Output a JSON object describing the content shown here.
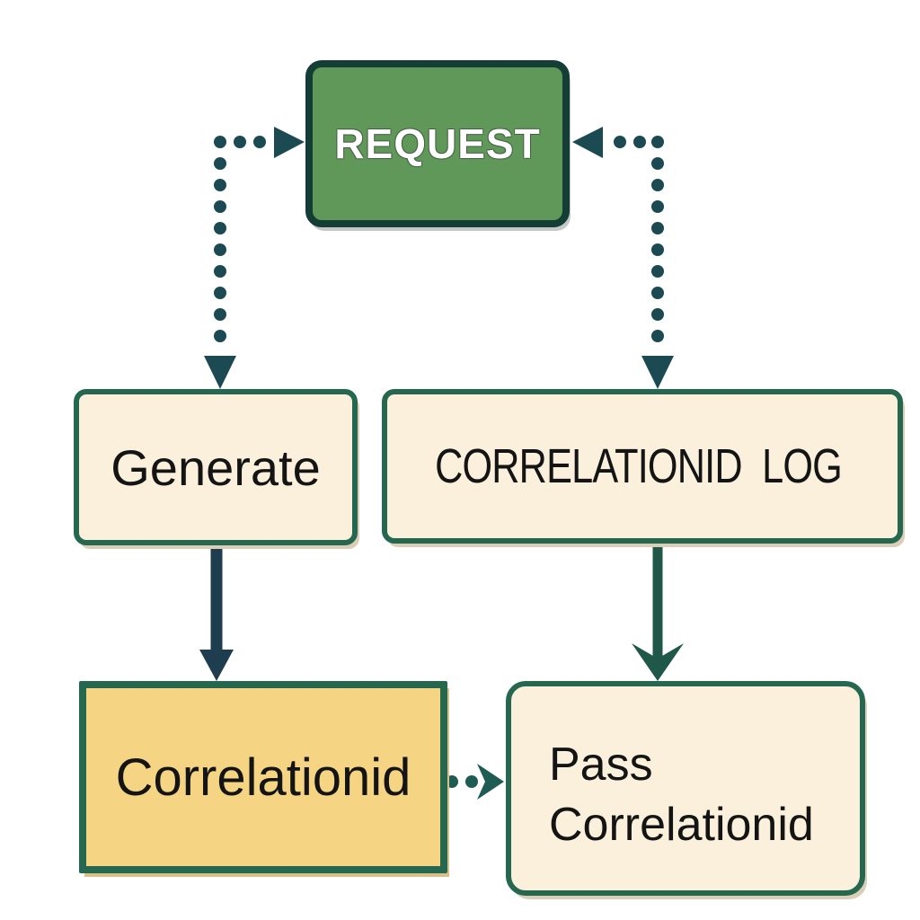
{
  "diagram": {
    "background": "#ffffff",
    "nodes": {
      "request": {
        "label": "REQUEST",
        "fill": "#5f9859",
        "border": "#133d35",
        "text_color": "#ffffff"
      },
      "generate": {
        "label": "Generate",
        "fill": "#faf0dc",
        "border": "#26684f",
        "text_color": "#141414"
      },
      "correlationid_log": {
        "label": "CORRELATIONID  LOG",
        "fill": "#faf0dc",
        "border": "#26684f",
        "text_color": "#141414"
      },
      "correlationid": {
        "label": "Correlationid",
        "fill": "#f5d584",
        "border": "#26684f",
        "text_color": "#141414"
      },
      "pass_correlationid": {
        "label": "Pass Correlationid",
        "fill": "#faf0dc",
        "border": "#26684f",
        "text_color": "#141414"
      }
    },
    "edges": [
      {
        "between": [
          "request",
          "generate"
        ],
        "style": "dotted-elbow",
        "color": "#1b4a53",
        "arrowheads": [
          "into-request-left-side",
          "down-into-generate-top"
        ]
      },
      {
        "between": [
          "request",
          "correlationid_log"
        ],
        "style": "dotted-elbow",
        "color": "#1b4a53",
        "arrowheads": [
          "into-request-right-side",
          "down-into-correlationid-log-top"
        ]
      },
      {
        "from": "generate",
        "to": "correlationid",
        "style": "solid",
        "color": "#1e3d4e",
        "arrowhead": "triangle-down"
      },
      {
        "from": "correlationid_log",
        "to": "pass_correlationid",
        "style": "solid",
        "color": "#1f5749",
        "arrowhead": "chevron-down"
      },
      {
        "from": "correlationid",
        "to": "pass_correlationid",
        "style": "dotted",
        "color": "#1e5b52",
        "arrowhead": "chevron-right"
      }
    ]
  }
}
